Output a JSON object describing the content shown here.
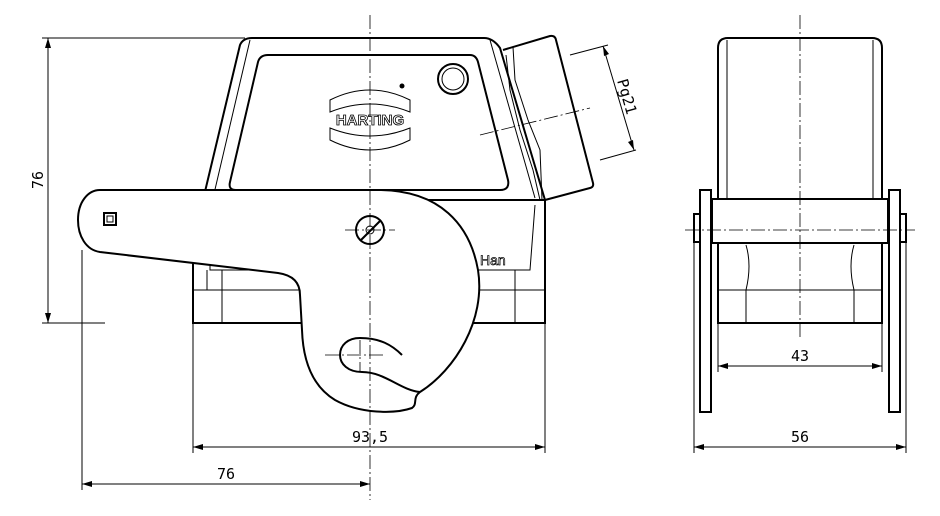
{
  "drawing": {
    "logo_text": "HARTING",
    "housing_label": "Han",
    "dimensions": {
      "side_height": "76",
      "side_width_total": "93,5",
      "side_pivot_offset": "76",
      "cable_gland": "Pg21",
      "front_inner_width": "43",
      "front_outer_width": "56"
    }
  }
}
